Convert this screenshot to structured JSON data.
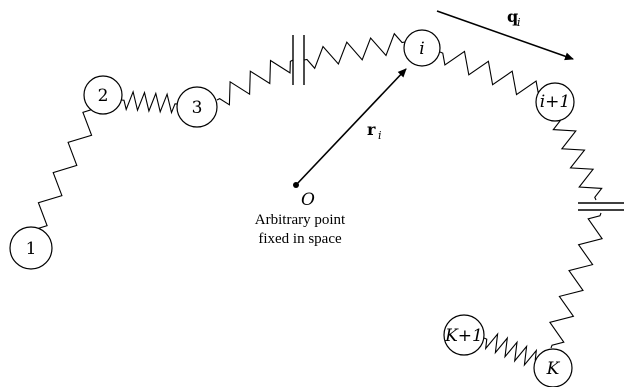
{
  "beads": [
    {
      "id": "1",
      "label": "1"
    },
    {
      "id": "2",
      "label": "2"
    },
    {
      "id": "3",
      "label": "3"
    },
    {
      "id": "i",
      "label": "i"
    },
    {
      "id": "i+1",
      "label": "i+1"
    },
    {
      "id": "K",
      "label": "K"
    },
    {
      "id": "K+1",
      "label": "K+1"
    }
  ],
  "origin": {
    "label": "O",
    "caption_line1": "Arbitrary point",
    "caption_line2": "fixed in space"
  },
  "vectors": {
    "position": {
      "symbol": "r",
      "subscript": "i"
    },
    "displacement": {
      "symbol": "q",
      "subscript": "i"
    }
  }
}
